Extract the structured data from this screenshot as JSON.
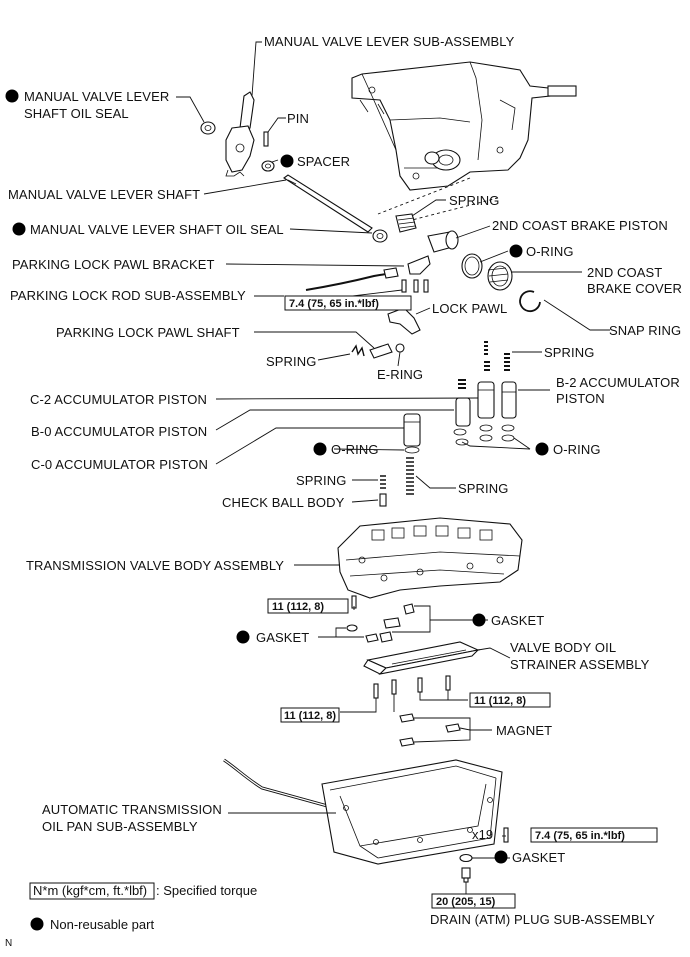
{
  "labels": {
    "manual_valve_lever_sub_assembly": "MANUAL VALVE LEVER SUB-ASSEMBLY",
    "manual_valve_lever_shaft_oil_seal_1_l1": "MANUAL VALVE LEVER",
    "manual_valve_lever_shaft_oil_seal_1_l2": "SHAFT OIL SEAL",
    "pin": "PIN",
    "spacer": "SPACER",
    "manual_valve_lever_shaft": "MANUAL VALVE LEVER SHAFT",
    "spring_top": "SPRING",
    "second_coast_brake_piston": "2ND COAST BRAKE PISTON",
    "manual_valve_lever_shaft_oil_seal_2": "MANUAL VALVE LEVER SHAFT OIL SEAL",
    "o_ring_top": "O-RING",
    "parking_lock_pawl_bracket": "PARKING LOCK PAWL BRACKET",
    "second_coast_brake_cover_l1": "2ND COAST",
    "second_coast_brake_cover_l2": "BRAKE COVER",
    "parking_lock_rod_sub_assembly": "PARKING LOCK ROD SUB-ASSEMBLY",
    "lock_pawl": "LOCK PAWL",
    "snap_ring": "SNAP RING",
    "parking_lock_pawl_shaft": "PARKING LOCK PAWL SHAFT",
    "spring_pawl": "SPRING",
    "e_ring": "E-RING",
    "spring_accum_top": "SPRING",
    "b2_accumulator_piston_l1": "B-2 ACCUMULATOR",
    "b2_accumulator_piston_l2": "PISTON",
    "c2_accumulator_piston": "C-2 ACCUMULATOR PISTON",
    "b0_accumulator_piston": "B-0 ACCUMULATOR PISTON",
    "c0_accumulator_piston": "C-0 ACCUMULATOR PISTON",
    "o_ring_left": "O-RING",
    "o_ring_right": "O-RING",
    "spring_check": "SPRING",
    "spring_accum_bottom": "SPRING",
    "check_ball_body": "CHECK BALL BODY",
    "transmission_valve_body_assembly": "TRANSMISSION VALVE BODY ASSEMBLY",
    "gasket_right": "GASKET",
    "gasket_left": "GASKET",
    "valve_body_oil_strainer_l1": "VALVE BODY OIL",
    "valve_body_oil_strainer_l2": "STRAINER ASSEMBLY",
    "magnet": "MAGNET",
    "oil_pan_l1": "AUTOMATIC TRANSMISSION",
    "oil_pan_l2": "OIL PAN SUB-ASSEMBLY",
    "bolt_count": "x19",
    "gasket_drain": "GASKET",
    "drain_plug": "DRAIN (ATM) PLUG SUB-ASSEMBLY"
  },
  "torques": {
    "parking_bracket": "7.4 (75, 65 in.*lbf)",
    "valve_body": "11 (112, 8)",
    "strainer_right": "11 (112, 8)",
    "strainer_left": "11 (112, 8)",
    "oil_pan": "7.4 (75, 65 in.*lbf)",
    "drain_plug": "20 (205, 15)"
  },
  "legend": {
    "torque_unit": "N*m (kgf*cm, ft.*lbf)",
    "torque_desc": ": Specified torque",
    "nonreusable": "Non-reusable part"
  },
  "corner_mark": "N"
}
